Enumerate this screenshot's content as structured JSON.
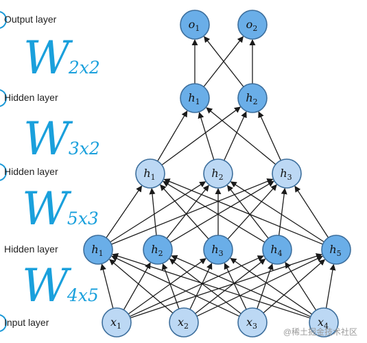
{
  "layers": [
    {
      "key": "output",
      "label": "Output layer",
      "nodes": [
        {
          "base": "o",
          "sub": "1"
        },
        {
          "base": "o",
          "sub": "2"
        }
      ]
    },
    {
      "key": "hidden3",
      "label": "Hidden layer",
      "nodes": [
        {
          "base": "h",
          "sub": "1"
        },
        {
          "base": "h",
          "sub": "2"
        }
      ]
    },
    {
      "key": "hidden2",
      "label": "Hidden layer",
      "nodes": [
        {
          "base": "h",
          "sub": "1"
        },
        {
          "base": "h",
          "sub": "2"
        },
        {
          "base": "h",
          "sub": "3"
        }
      ]
    },
    {
      "key": "hidden1",
      "label": "Hidden layer",
      "nodes": [
        {
          "base": "h",
          "sub": "1"
        },
        {
          "base": "h",
          "sub": "2"
        },
        {
          "base": "h",
          "sub": "3"
        },
        {
          "base": "h",
          "sub": "4"
        },
        {
          "base": "h",
          "sub": "5"
        }
      ]
    },
    {
      "key": "input",
      "label": "Input layer",
      "nodes": [
        {
          "base": "x",
          "sub": "1"
        },
        {
          "base": "x",
          "sub": "2"
        },
        {
          "base": "x",
          "sub": "3"
        },
        {
          "base": "x",
          "sub": "4"
        }
      ]
    }
  ],
  "annotations": [
    {
      "letter": "W",
      "dims": "2x2"
    },
    {
      "letter": "W",
      "dims": "3x2"
    },
    {
      "letter": "W",
      "dims": "5x3"
    },
    {
      "letter": "W",
      "dims": "4x5"
    }
  ],
  "colors": {
    "node_fill_dark": "#6aaee8",
    "node_fill_light": "#bcd8f4",
    "node_stroke": "#3c6e9c",
    "handwriting": "#1aa0dc"
  },
  "watermark": "@稀土掘金技术社区"
}
